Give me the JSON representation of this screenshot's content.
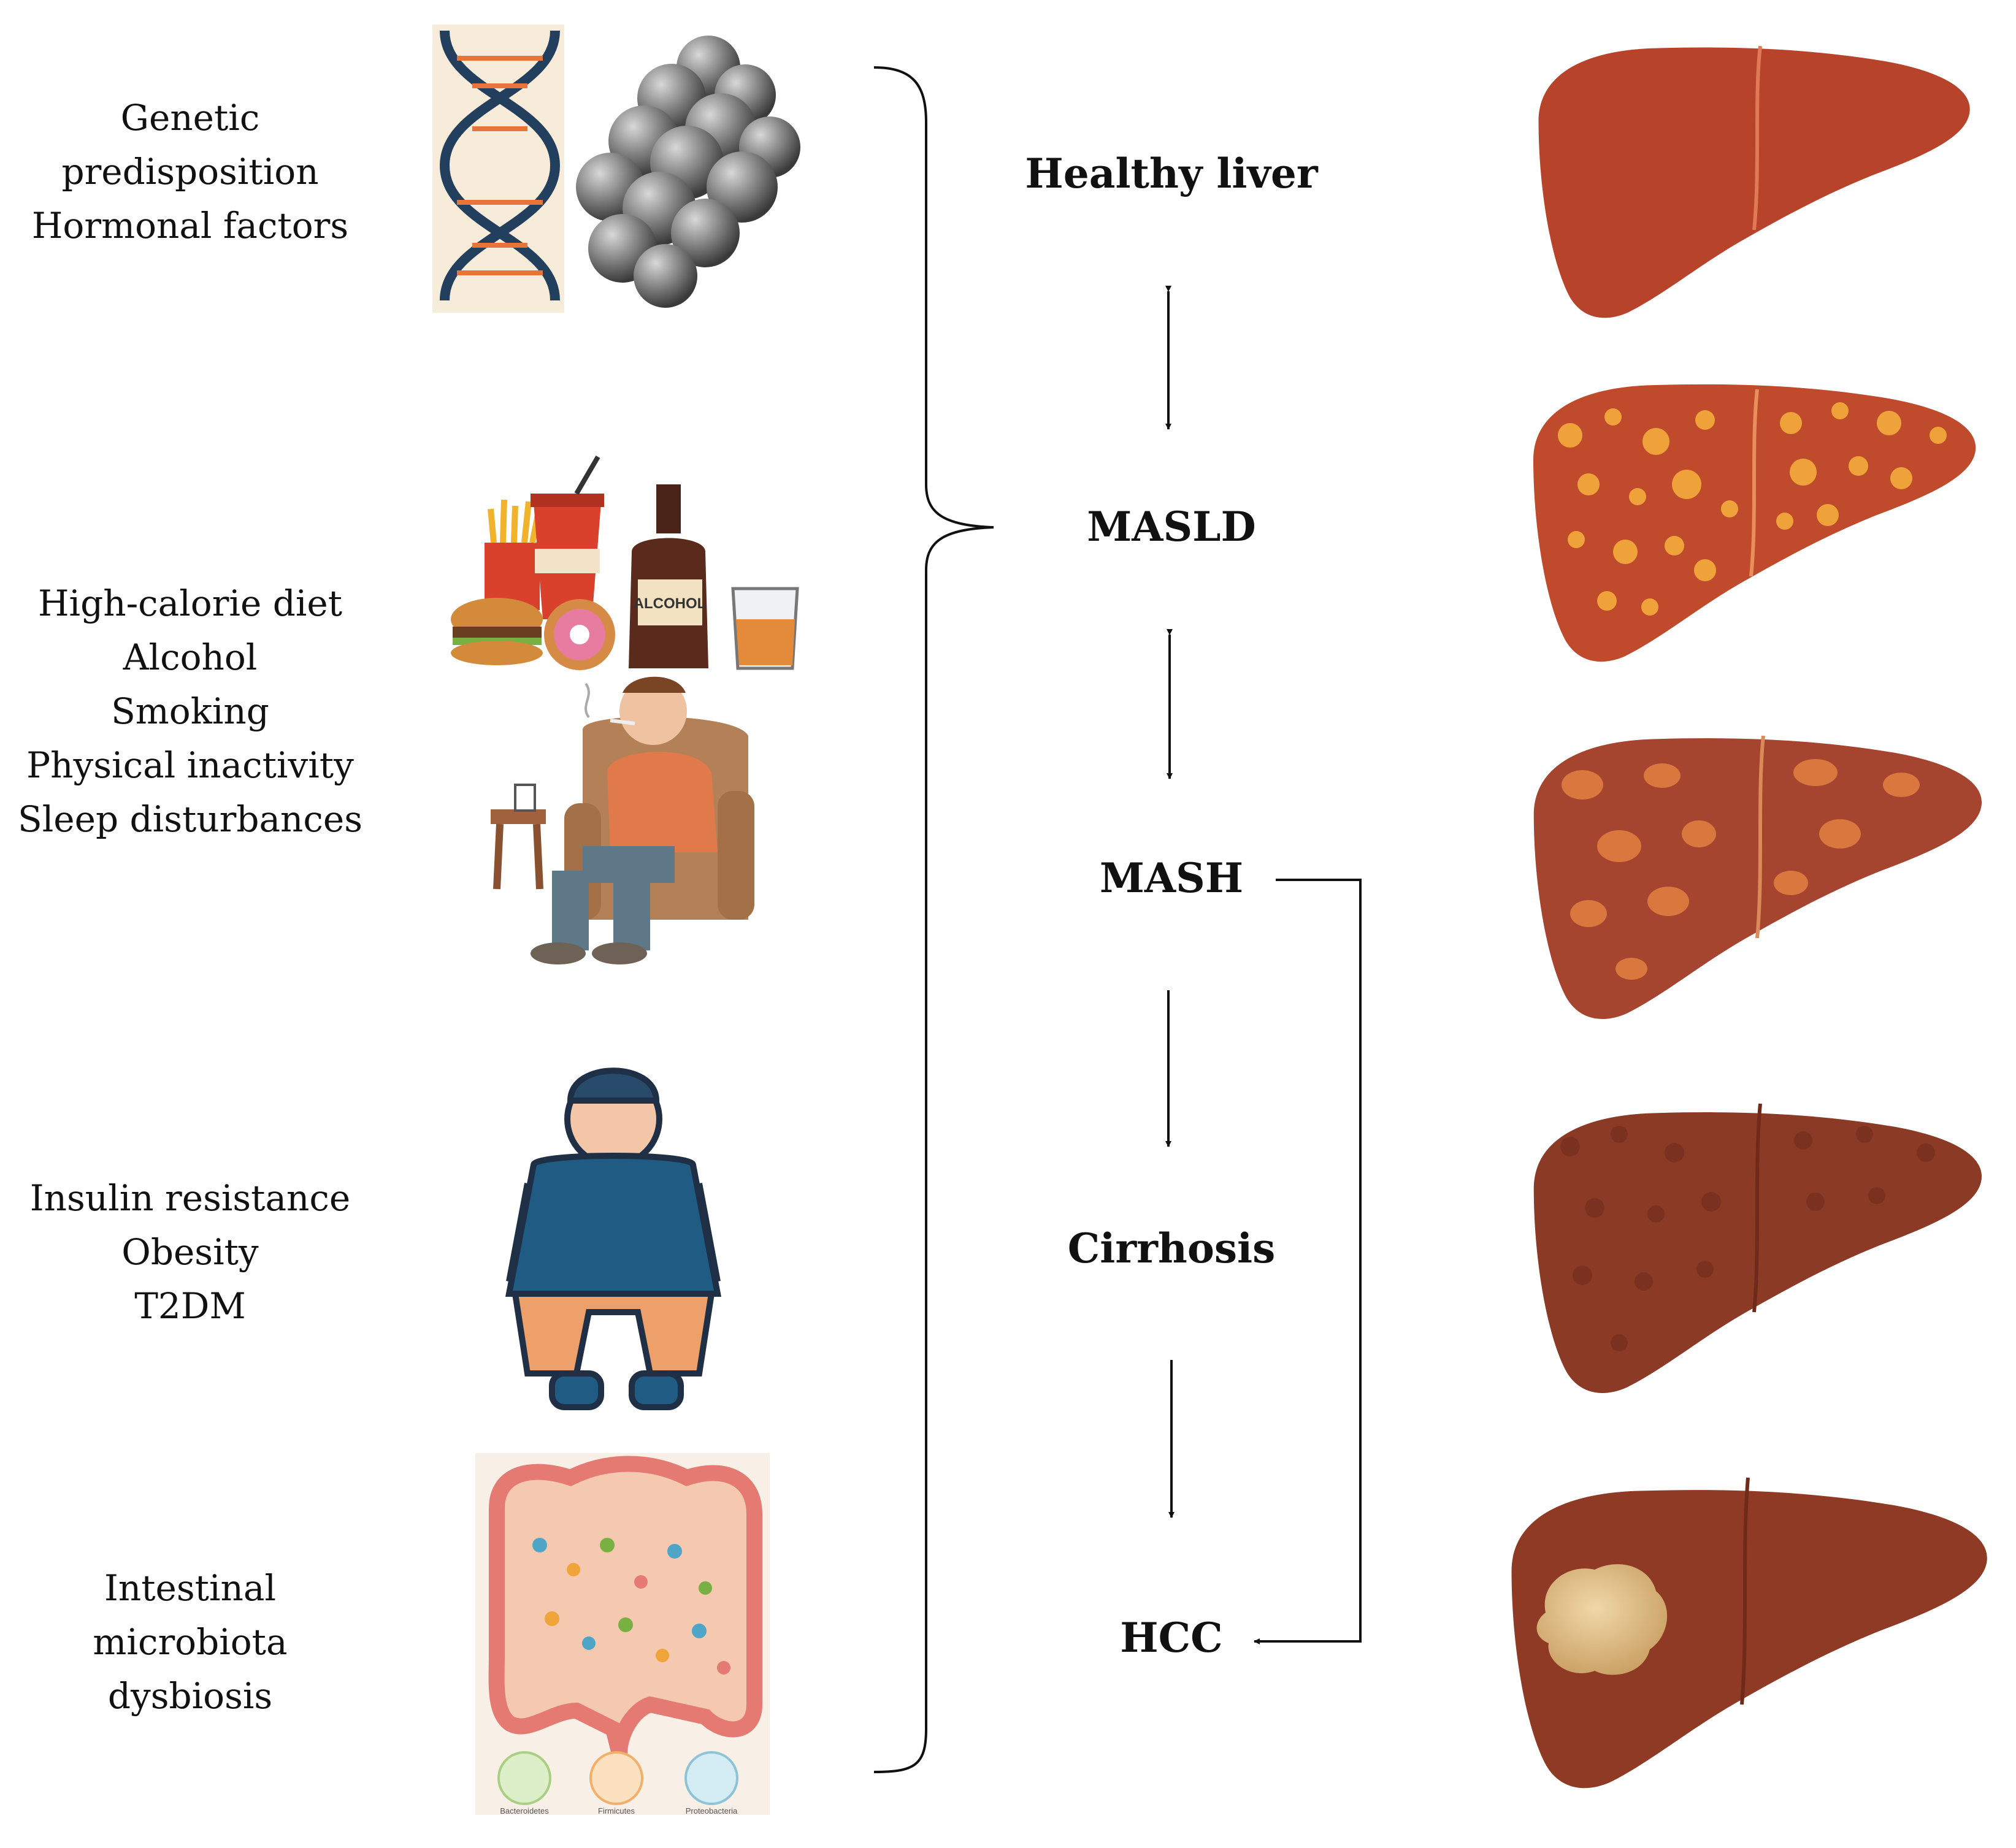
{
  "risk_factors": [
    {
      "lines": [
        "Genetic",
        "predisposition",
        "Hormonal factors"
      ],
      "icons": [
        "dna-icon",
        "steroid-molecule-icon"
      ]
    },
    {
      "lines": [
        "High-calorie diet",
        "Alcohol",
        "Smoking",
        "Physical inactivity",
        "Sleep disturbances"
      ],
      "icons": [
        "junk-food-icon",
        "alcohol-bottle-icon",
        "sedentary-smoker-icon"
      ]
    },
    {
      "lines": [
        "Insulin resistance",
        "Obesity",
        "T2DM"
      ],
      "icons": [
        "obese-person-icon"
      ]
    },
    {
      "lines": [
        "Intestinal",
        "microbiota",
        "dysbiosis"
      ],
      "icons": [
        "intestine-microbiota-icon"
      ]
    }
  ],
  "icon_text": {
    "alcohol_bottle_label": "ALCOHOL",
    "bacteria_groups": [
      "Bacteroidetes",
      "Firmicutes",
      "Proteobacteria"
    ]
  },
  "stages": {
    "healthy": "Healthy liver",
    "masld": "MASLD",
    "mash": "MASH",
    "cirrhosis": "Cirrhosis",
    "hcc": "HCC"
  },
  "livers": [
    {
      "stage": "Healthy liver",
      "icon": "healthy-liver-icon",
      "color": "#b8432b"
    },
    {
      "stage": "MASLD",
      "icon": "fatty-liver-icon",
      "color": "#c04a2c",
      "spots": "#f0a23a"
    },
    {
      "stage": "MASH",
      "icon": "inflamed-liver-icon",
      "color": "#a5442f",
      "spots": "#d9773f"
    },
    {
      "stage": "Cirrhosis",
      "icon": "cirrhotic-liver-icon",
      "color": "#8b3a26"
    },
    {
      "stage": "HCC",
      "icon": "liver-tumor-icon",
      "color": "#8e3a25",
      "tumor": "#e0bf86"
    }
  ]
}
